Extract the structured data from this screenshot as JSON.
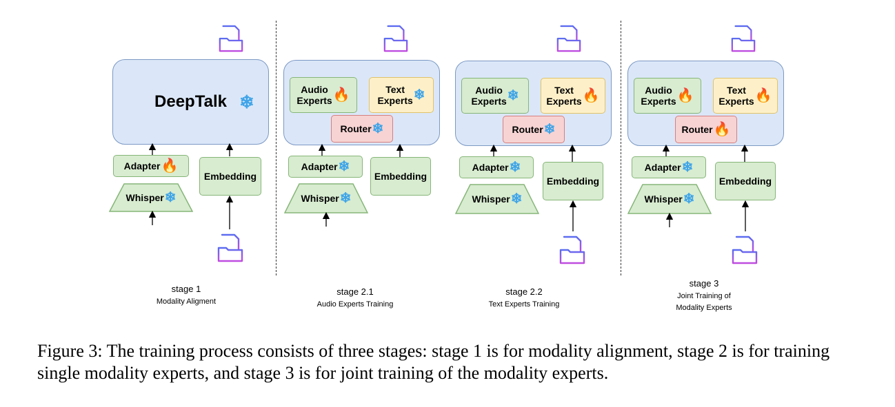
{
  "stages": [
    {
      "title": "stage 1",
      "subtitle": [
        "Modality Aligment"
      ],
      "model_label": "DeepTalk",
      "model_state": "snowflake-icon",
      "adapter": {
        "label": "Adapter",
        "state": "fire-icon"
      },
      "whisper": {
        "label": "Whisper",
        "state": "snowflake-icon"
      },
      "embedding": {
        "label": "Embedding"
      }
    },
    {
      "title": "stage 2.1",
      "subtitle": [
        "Audio Experts  Training"
      ],
      "audio_experts": {
        "line1": "Audio",
        "line2": "Experts",
        "state": "fire-icon"
      },
      "text_experts": {
        "line1": "Text",
        "line2": "Experts",
        "state": "snowflake-icon"
      },
      "router": {
        "label": "Router",
        "state": "snowflake-icon"
      },
      "adapter": {
        "label": "Adapter",
        "state": "snowflake-icon"
      },
      "whisper": {
        "label": "Whisper",
        "state": "snowflake-icon"
      },
      "embedding": {
        "label": "Embedding"
      }
    },
    {
      "title": "stage 2.2",
      "subtitle": [
        "Text Experts  Training"
      ],
      "audio_experts": {
        "line1": "Audio",
        "line2": "Experts",
        "state": "snowflake-icon"
      },
      "text_experts": {
        "line1": "Text",
        "line2": "Experts",
        "state": "fire-icon"
      },
      "router": {
        "label": "Router",
        "state": "snowflake-icon"
      },
      "adapter": {
        "label": "Adapter",
        "state": "snowflake-icon"
      },
      "whisper": {
        "label": "Whisper",
        "state": "snowflake-icon"
      },
      "embedding": {
        "label": "Embedding"
      }
    },
    {
      "title": "stage 3",
      "subtitle": [
        "Joint Training of",
        "Modality Experts"
      ],
      "audio_experts": {
        "line1": "Audio",
        "line2": "Experts",
        "state": "fire-icon"
      },
      "text_experts": {
        "line1": "Text",
        "line2": "Experts",
        "state": "fire-icon"
      },
      "router": {
        "label": "Router",
        "state": "fire-icon"
      },
      "adapter": {
        "label": "Adapter",
        "state": "snowflake-icon"
      },
      "whisper": {
        "label": "Whisper",
        "state": "snowflake-icon"
      },
      "embedding": {
        "label": "Embedding"
      }
    }
  ],
  "caption": "Figure 3: The training process consists of three stages: stage 1 is for modality alignment, stage 2 is for training single modality experts, and stage 3 is for joint training of the modality experts.",
  "colors": {
    "model_fill": "#dbe7f8",
    "green_fill": "#d8ecd0",
    "yellow_fill": "#fdf0c8",
    "red_fill": "#f7d3d3",
    "snowflake": "#3fa4e8",
    "fire": "#f07a18",
    "waveform_start": "#5b6cf0",
    "waveform_end": "#c04ce0"
  }
}
